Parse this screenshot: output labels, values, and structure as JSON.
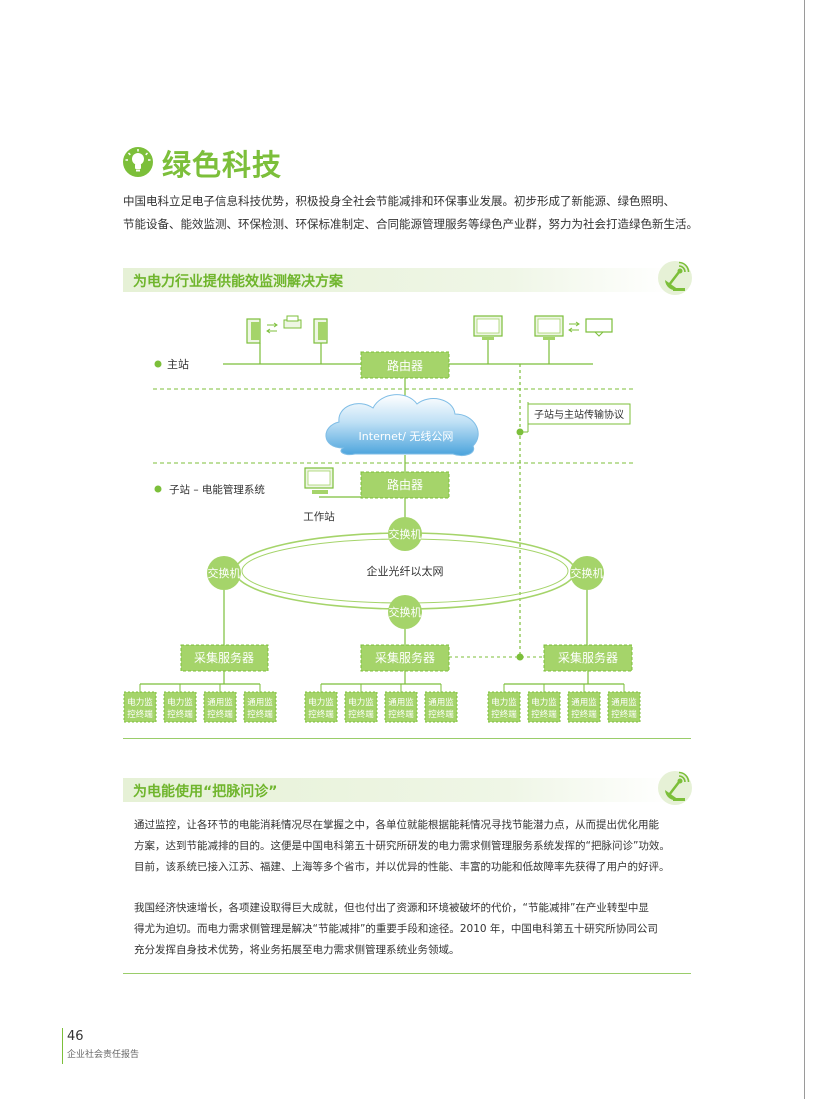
{
  "page": {
    "title": "绿色科技",
    "intro": [
      "中国电科立足电子信息科技优势，积极投身全社会节能减排和环保事业发展。初步形成了新能源、绿色照明、",
      "节能设备、能效监测、环保检测、环保标准制定、合同能源管理服务等绿色产业群，努力为社会打造绿色新生活。"
    ]
  },
  "section1": {
    "heading": "为电力行业提供能效监测解决方案"
  },
  "diagram": {
    "main_station": "主站",
    "router_top": "路由器",
    "cloud": "Internet/ 无线公网",
    "protocol": "子站与主站传输协议",
    "sub_station": "子站 – 电能管理系统",
    "router_bottom": "路由器",
    "workstation": "工作站",
    "switch_top": "交换机",
    "switch_left": "交换机",
    "switch_right": "交换机",
    "switch_bottom": "交换机",
    "ring": "企业光纤以太网",
    "server_left": "采集服务器",
    "server_mid": "采集服务器",
    "server_right": "采集服务器",
    "terminals": [
      {
        "l1": "电力监",
        "l2": "控终端"
      },
      {
        "l1": "电力监",
        "l2": "控终端"
      },
      {
        "l1": "通用监",
        "l2": "控终端"
      },
      {
        "l1": "通用监",
        "l2": "控终端"
      }
    ]
  },
  "section2": {
    "heading": "为电能使用“把脉问诊”",
    "para1": [
      "通过监控，让各环节的电能消耗情况尽在掌握之中，各单位就能根据能耗情况寻找节能潜力点，从而提出优化用能",
      "方案，达到节能减排的目的。这便是中国电科第五十研究所研发的电力需求侧管理服务系统发挥的“把脉问诊”功效。",
      "目前，该系统已接入江苏、福建、上海等多个省市，并以优异的性能、丰富的功能和低故障率先获得了用户的好评。"
    ],
    "para2": [
      "我国经济快速增长，各项建设取得巨大成就，但也付出了资源和环境被破坏的代价，“节能减排”在产业转型中显",
      "得尤为迫切。而电力需求侧管理是解决“节能减排”的重要手段和途径。2010 年，中国电科第五十研究所协同公司",
      "充分发挥自身技术优势，将业务拓展至电力需求侧管理系统业务领域。"
    ]
  },
  "footer": {
    "page_number": "46",
    "report_name": "企业社会责任报告"
  },
  "colors": {
    "accent": "#7cbf3a",
    "node_fill": "#a5d46a",
    "cloud": "#5aaee0"
  }
}
